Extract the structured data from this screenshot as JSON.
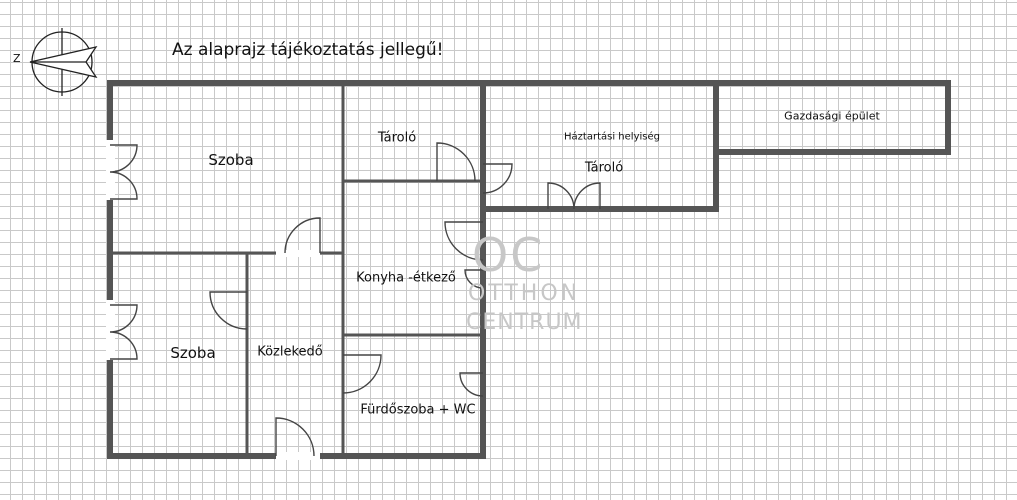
{
  "title": "Az alaprajz tájékoztatás jellegű!",
  "compass": {
    "letter": "Z"
  },
  "rooms": [
    {
      "id": "szoba-1",
      "label": "Szoba"
    },
    {
      "id": "szoba-2",
      "label": "Szoba"
    },
    {
      "id": "tarolo-1",
      "label": "Tároló"
    },
    {
      "id": "haztartasi-helyiseg",
      "label": "Háztartási helyiség"
    },
    {
      "id": "tarolo-2",
      "label": "Tároló"
    },
    {
      "id": "gazdasagi-epulet",
      "label": "Gazdasági épület"
    },
    {
      "id": "konyha-etkezo",
      "label": "Konyha -étkező"
    },
    {
      "id": "kozlekedo",
      "label": "Közlekedő"
    },
    {
      "id": "furdoszoba-wc",
      "label": "Fürdőszoba + WC"
    }
  ],
  "watermark": {
    "logo": "OC",
    "line1": "OTTHON",
    "line2": "CENTRUM"
  },
  "colors": {
    "wall": "#555555",
    "grid": "#c9c9c9",
    "text": "#111111",
    "watermark": "#c7c7c7"
  }
}
